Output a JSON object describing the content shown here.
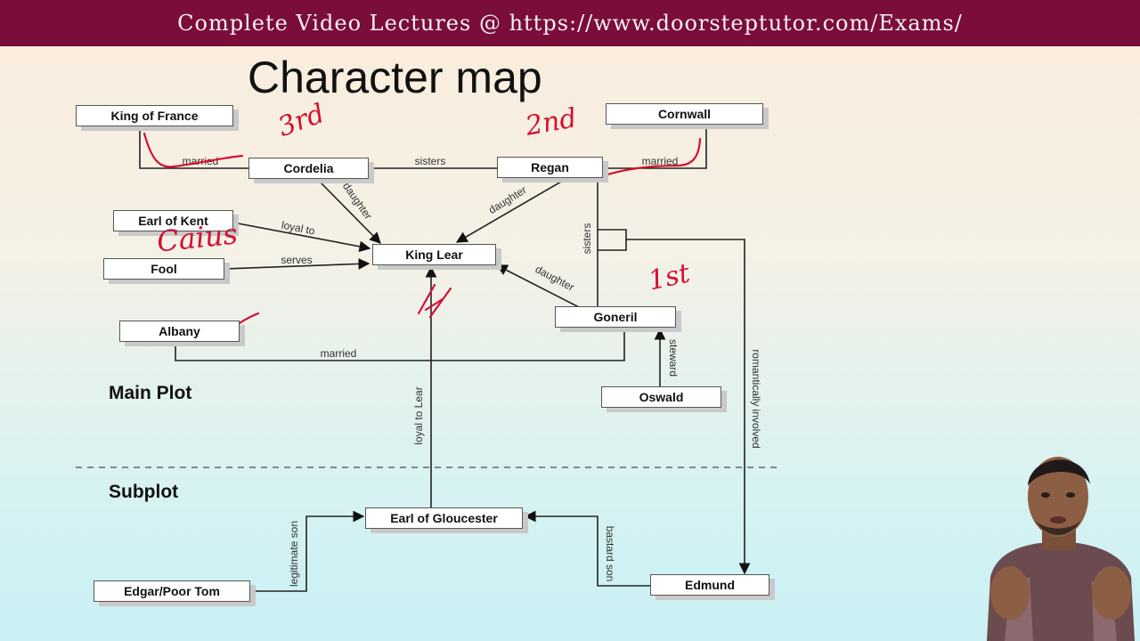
{
  "banner": {
    "text": "Complete Video Lectures @ https://www.doorsteptutor.com/Exams/"
  },
  "title": "Character map",
  "nodes": {
    "king_of_france": "King of France",
    "cornwall": "Cornwall",
    "cordelia": "Cordelia",
    "regan": "Regan",
    "earl_of_kent": "Earl of Kent",
    "king_lear": "King Lear",
    "fool": "Fool",
    "goneril": "Goneril",
    "albany": "Albany",
    "oswald": "Oswald",
    "earl_of_gloucester": "Earl of Gloucester",
    "edgar": "Edgar/Poor Tom",
    "edmund": "Edmund"
  },
  "sections": {
    "main_plot": "Main Plot",
    "subplot": "Subplot"
  },
  "edges": {
    "france_cordelia": "married",
    "cordelia_regan": "sisters",
    "regan_cornwall": "married",
    "cordelia_lear": "daughter",
    "regan_lear": "daughter",
    "kent_lear": "loyal to",
    "fool_lear": "serves",
    "goneril_lear": "daughter",
    "regan_goneril": "sisters",
    "albany_goneril": "married",
    "oswald_goneril": "steward",
    "goneril_edmund": "romantically involved",
    "gloucester_lear": "loyal to Lear",
    "edgar_gloucester": "legitimate son",
    "edmund_gloucester": "bastard son"
  },
  "annotations": {
    "cordelia_rank": "3rd",
    "regan_rank": "2nd",
    "goneril_rank": "1st",
    "kent_alias": "Caius"
  },
  "colors": {
    "banner": "#7a0d3a",
    "annotation": "#d41030"
  }
}
